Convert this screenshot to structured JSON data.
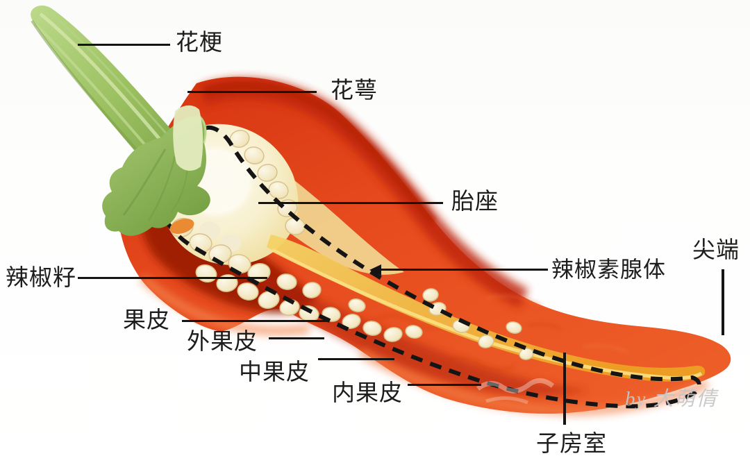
{
  "labels": {
    "pedicel": "花梗",
    "calyx": "花萼",
    "placenta": "胎座",
    "seeds": "辣椒籽",
    "pericarp": "果皮",
    "exocarp": "外果皮",
    "mesocarp": "中果皮",
    "endocarp": "内果皮",
    "capsaicin_gland": "辣椒素腺体",
    "tip": "尖端",
    "locule": "子房室"
  },
  "watermark": "by 大萌倩",
  "colors": {
    "pepper_red": "#e0401a",
    "pepper_dark_red": "#c22a0c",
    "cavity_maroon": "#9b1d06",
    "stem_green": "#9cc161",
    "calyx_green": "#8fb757",
    "placenta_cream": "#f8f3dc",
    "streak_yellow": "#f2b237",
    "seed_cream": "#f4ead0",
    "leader_line_black": "#141414",
    "watermark_gray": "#c6c6c6",
    "background": "#fdfdfc"
  }
}
